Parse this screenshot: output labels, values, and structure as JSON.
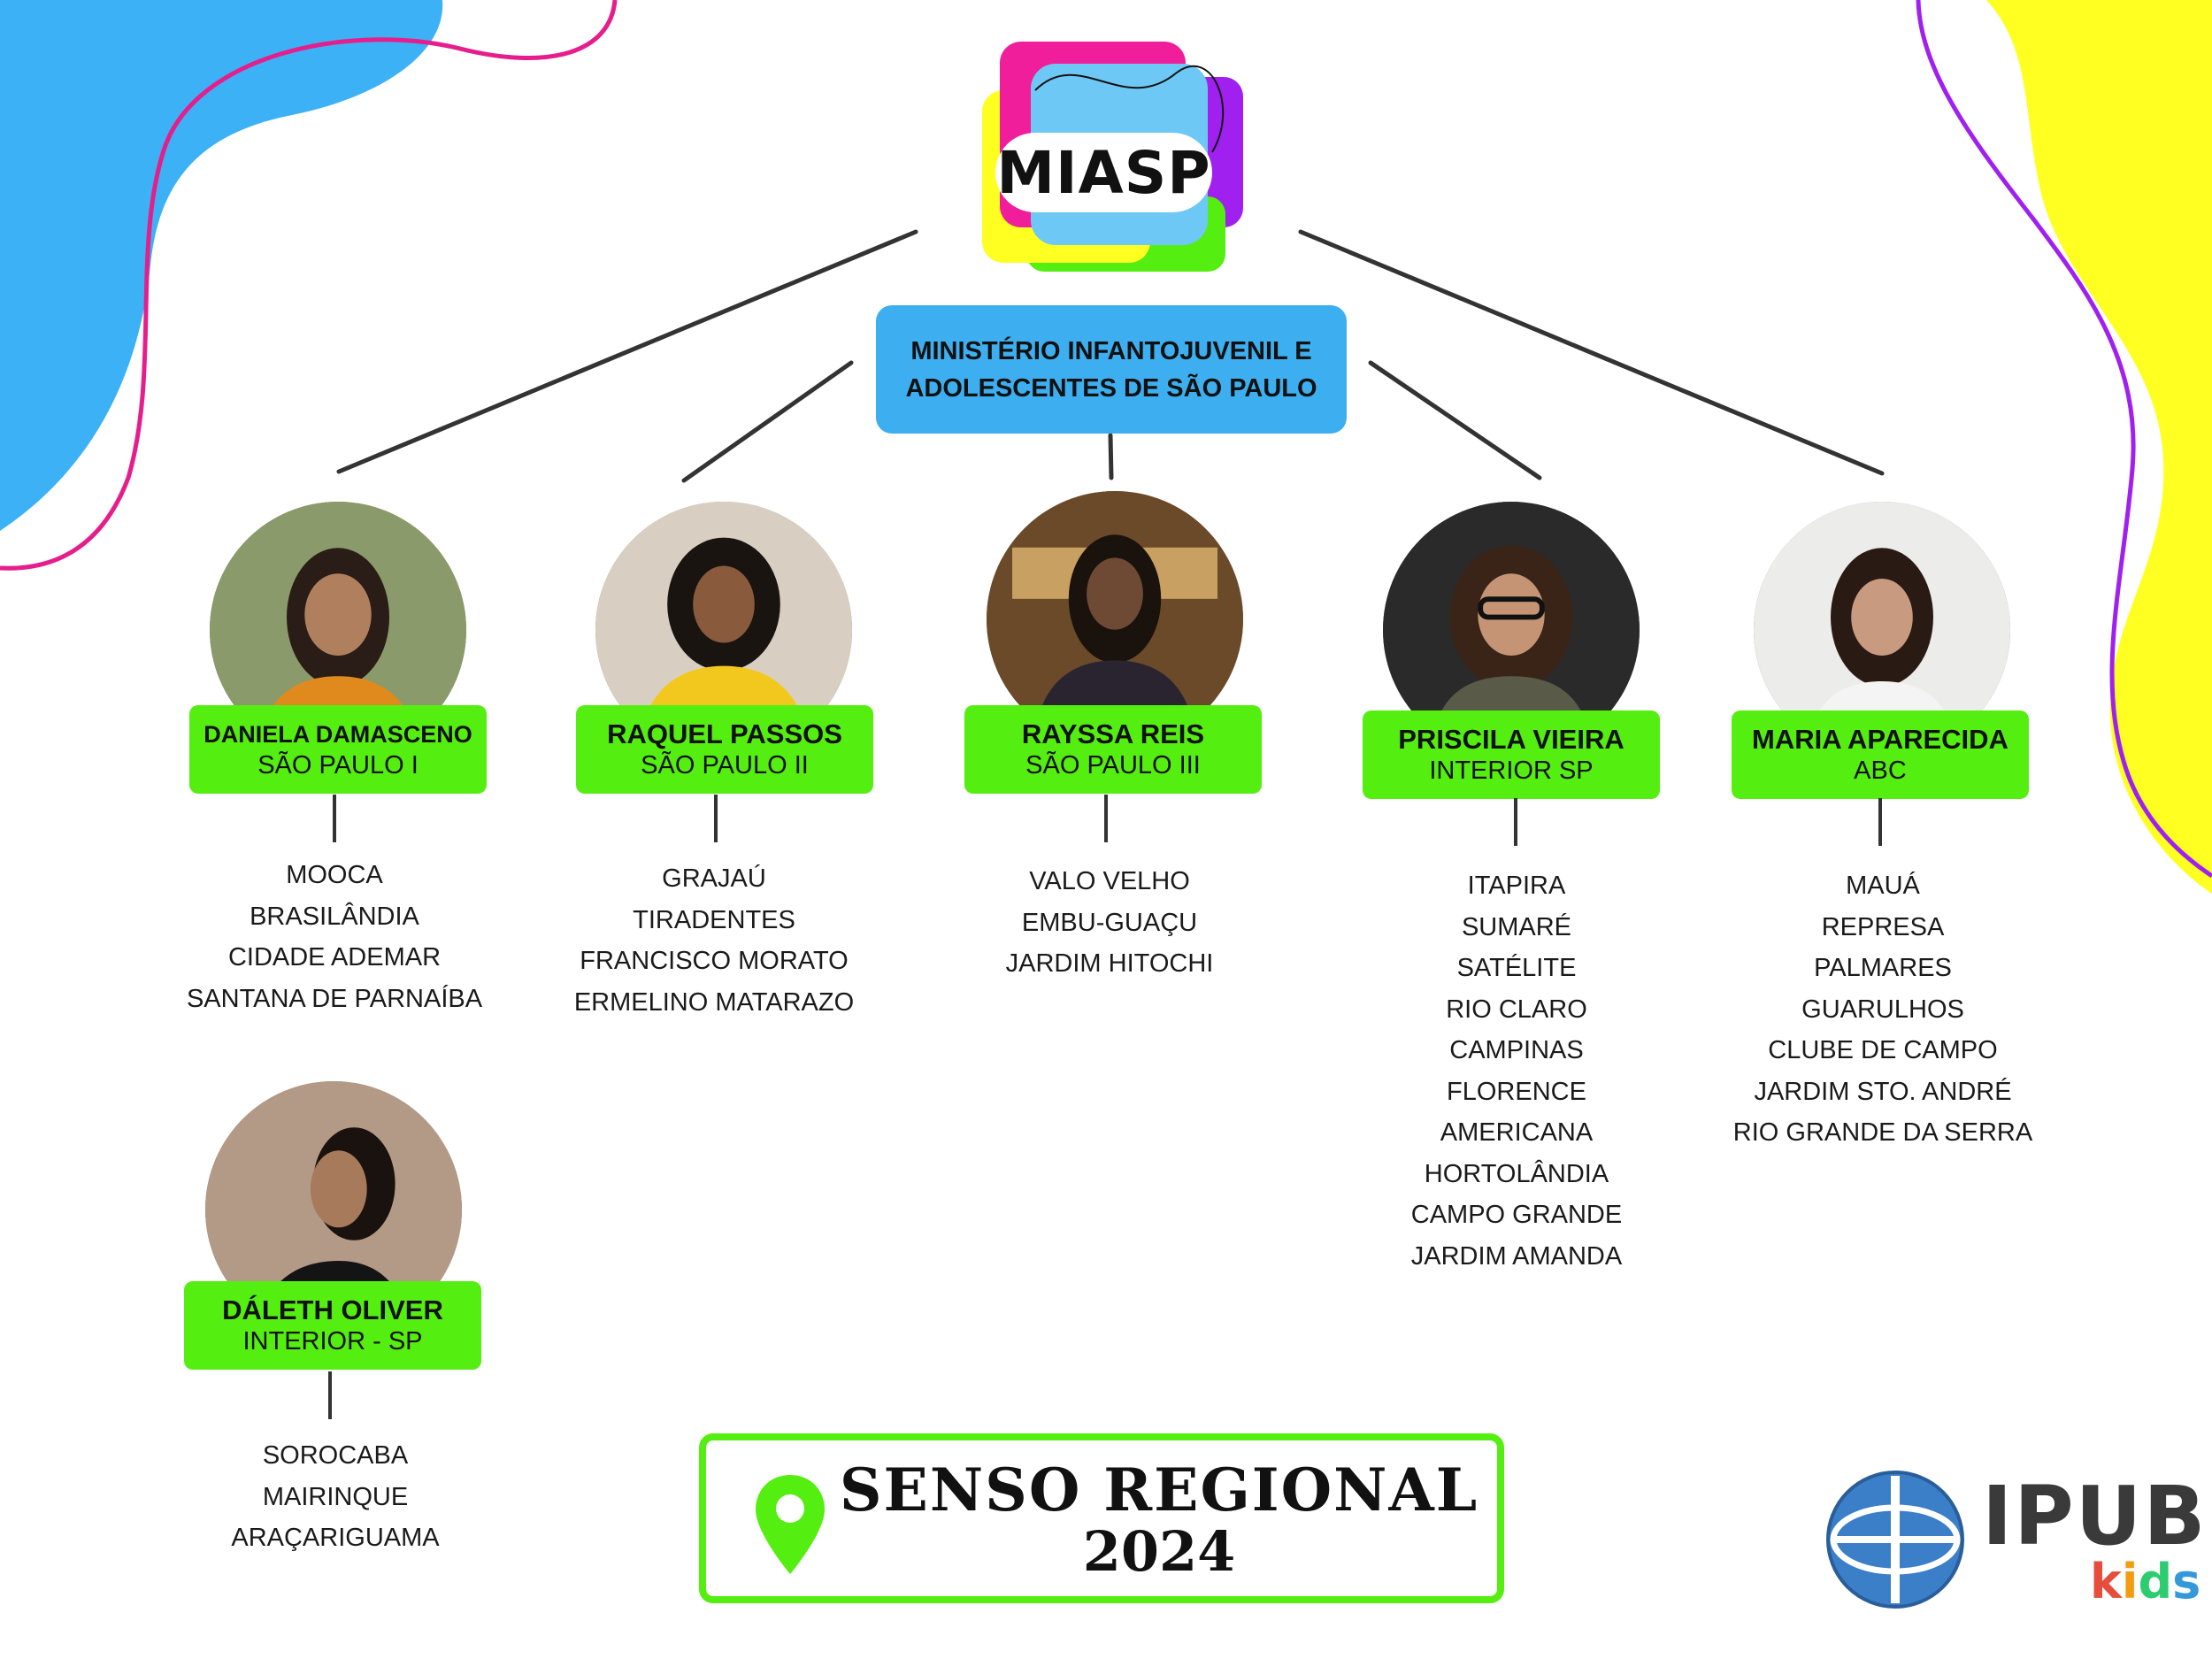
{
  "logo_text": "MIASP",
  "ministry": {
    "line1": "MINISTÉRIO INFANTOJUVENIL  E",
    "line2": "ADOLESCENTES DE SÃO PAULO"
  },
  "leaders": [
    {
      "name": "DANIELA DAMASCENO",
      "region": "SÃO PAULO I",
      "locations": [
        "MOOCA",
        "BRASILÂNDIA",
        "CIDADE ADEMAR",
        "SANTANA DE PARNAÍBA"
      ]
    },
    {
      "name": "RAQUEL PASSOS",
      "region": "SÃO PAULO II",
      "locations": [
        "GRAJAÚ",
        "TIRADENTES",
        "FRANCISCO MORATO",
        "ERMELINO MATARAZO"
      ]
    },
    {
      "name": "RAYSSA REIS",
      "region": "SÃO PAULO III",
      "locations": [
        "VALO VELHO",
        "EMBU-GUAÇU",
        "JARDIM HITOCHI"
      ]
    },
    {
      "name": "PRISCILA VIEIRA",
      "region": "INTERIOR SP",
      "locations": [
        "ITAPIRA",
        "SUMARÉ",
        "SATÉLITE",
        "RIO CLARO",
        "CAMPINAS",
        "FLORENCE",
        "AMERICANA",
        "HORTOLÂNDIA",
        "CAMPO GRANDE",
        "JARDIM AMANDA"
      ]
    },
    {
      "name": "MARIA APARECIDA",
      "region": "ABC",
      "locations": [
        "MAUÁ",
        "REPRESA",
        "PALMARES",
        "GUARULHOS",
        "CLUBE DE CAMPO",
        "JARDIM STO. ANDRÉ",
        "RIO GRANDE DA SERRA"
      ]
    },
    {
      "name": "DÁLETH OLIVER",
      "region": "INTERIOR - SP",
      "locations": [
        "SOROCABA",
        "MAIRINQUE",
        "ARAÇARIGUAMA"
      ]
    }
  ],
  "senso": {
    "title": "SENSO REGIONAL",
    "year": "2024"
  },
  "brand": {
    "name": "IPUB",
    "sub": "kids"
  },
  "colors": {
    "accent_green": "#55ee11",
    "accent_blue": "#3daff0",
    "accent_yellow": "#ffff22",
    "accent_magenta": "#e61e8c",
    "accent_purple": "#a020f0"
  }
}
